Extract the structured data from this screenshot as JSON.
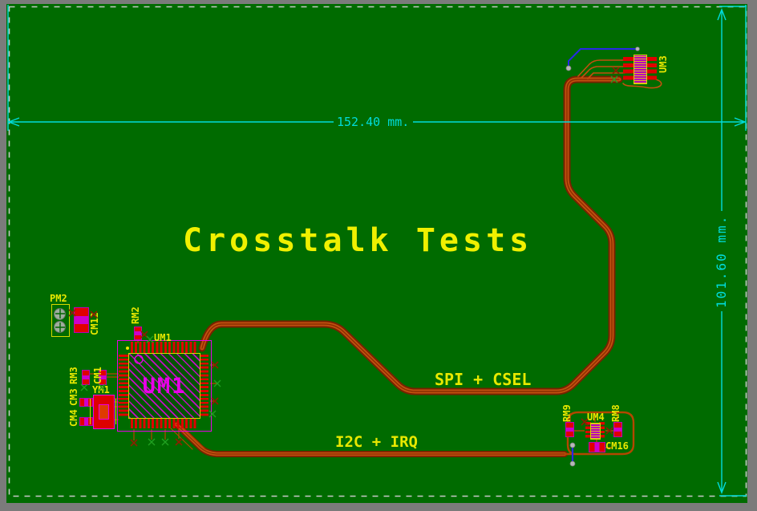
{
  "app": {
    "type": "pcb-layout-editor",
    "canvas_bg": "#7b7b7b",
    "board_bg": "#006b00"
  },
  "title": {
    "text": "Crosstalk Tests",
    "color": "#f0f000"
  },
  "dimensions": {
    "color": "#00dcdc",
    "horizontal": {
      "label": "152.40 mm."
    },
    "vertical": {
      "label": "101.60 mm."
    }
  },
  "net_labels": {
    "spi": "SPI + CSEL",
    "i2c": "I2C + IRQ"
  },
  "components": {
    "um1": {
      "ref": "UM1",
      "value": "UM1"
    },
    "um3": {
      "ref": "UM3"
    },
    "um4": {
      "ref": "UM4"
    },
    "pm2": {
      "ref": "PM2"
    },
    "cm12": {
      "ref": "CM12"
    },
    "rm2": {
      "ref": "RM2"
    },
    "rm3": {
      "ref": "RM3"
    },
    "cm1": {
      "ref": "CM1"
    },
    "cm3": {
      "ref": "CM3"
    },
    "cm4": {
      "ref": "CM4"
    },
    "ym1": {
      "ref": "YM1"
    },
    "rm9": {
      "ref": "RM9"
    },
    "rm8": {
      "ref": "RM8"
    },
    "cm16": {
      "ref": "CM16"
    }
  },
  "colors": {
    "trace_front_outer": "#772200",
    "trace_front_inner": "#c2500f",
    "trace_back": "#2828e8",
    "pad": "#e00000",
    "fab_magenta": "#e800e8",
    "silk_yellow": "#e8e800",
    "dim_cyan": "#00dcdc",
    "page_border": "#c8c8c8"
  }
}
